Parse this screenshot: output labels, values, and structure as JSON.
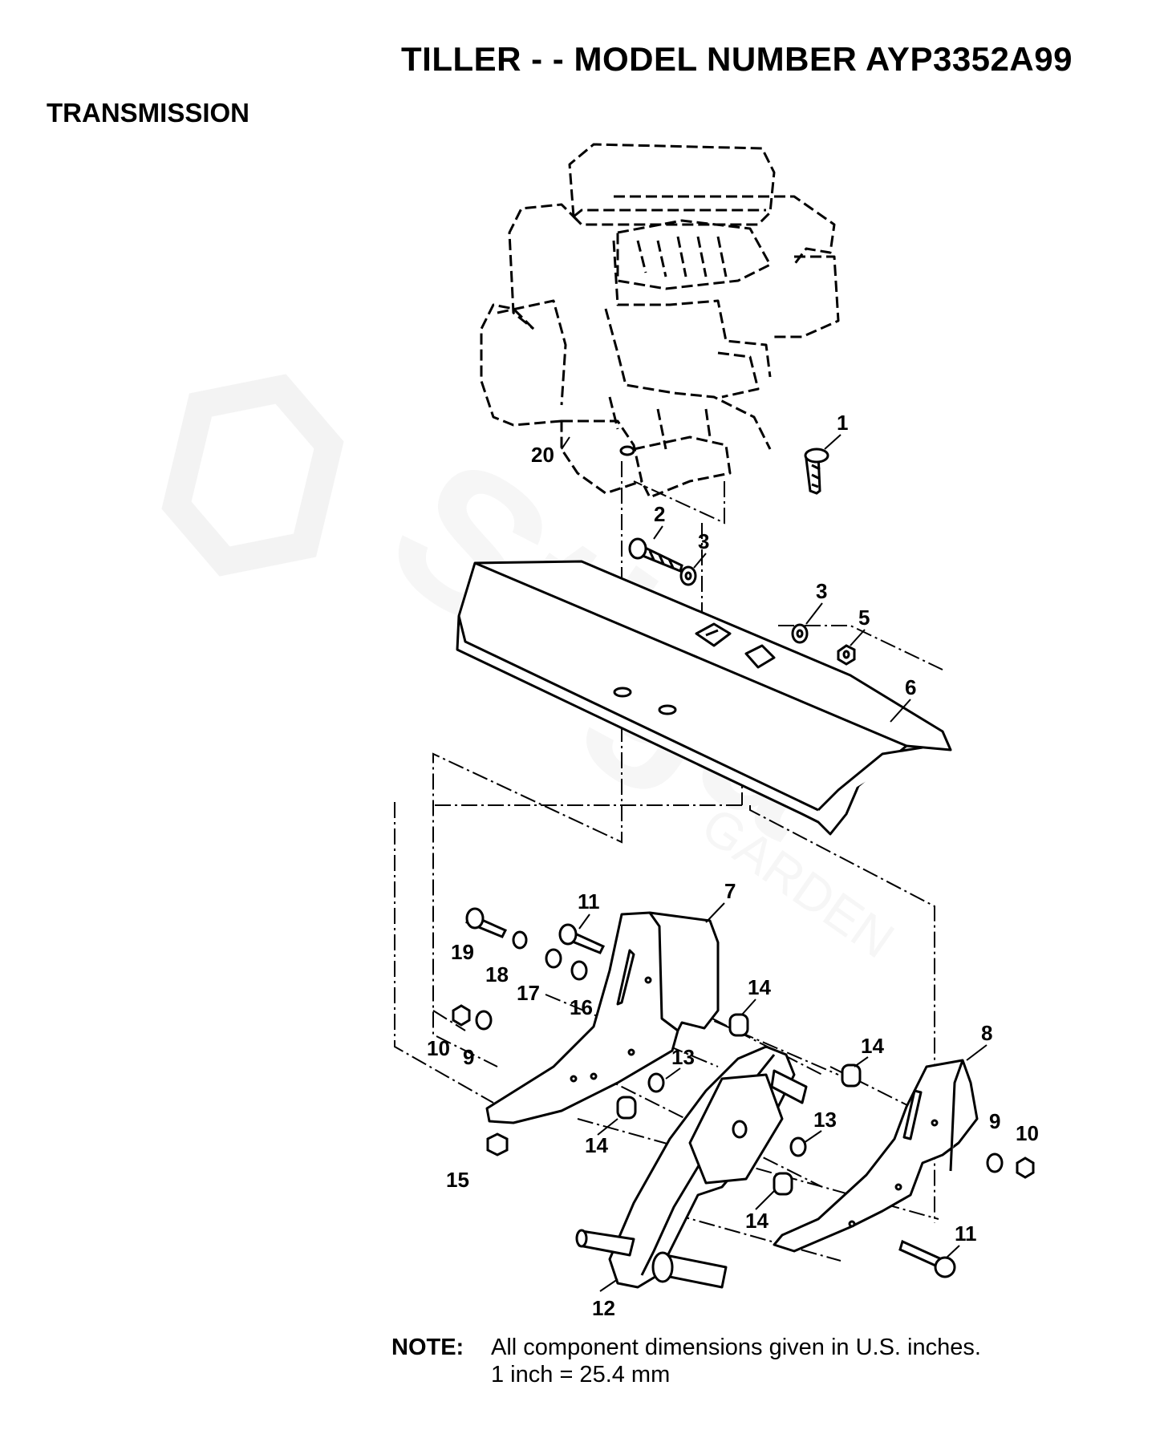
{
  "header": {
    "title": "TILLER - - MODEL NUMBER AYP3352A99",
    "section": "TRANSMISSION"
  },
  "callouts": {
    "c1": "1",
    "c2": "2",
    "c3a": "3",
    "c3b": "3",
    "c5": "5",
    "c6": "6",
    "c7": "7",
    "c8": "8",
    "c9a": "9",
    "c9b": "9",
    "c10a": "10",
    "c10b": "10",
    "c11a": "11",
    "c11b": "11",
    "c12": "12",
    "c13a": "13",
    "c13b": "13",
    "c14a": "14",
    "c14b": "14",
    "c14c": "14",
    "c14d": "14",
    "c15": "15",
    "c16": "16",
    "c17": "17",
    "c18": "18",
    "c19": "19",
    "c20": "20"
  },
  "note": {
    "label": "NOTE:",
    "line1": "All component dimensions given in U.S. inches.",
    "line2": "1 inch = 25.4 mm"
  },
  "watermark": {
    "brand": "Stiga",
    "sub": "GARDEN"
  }
}
